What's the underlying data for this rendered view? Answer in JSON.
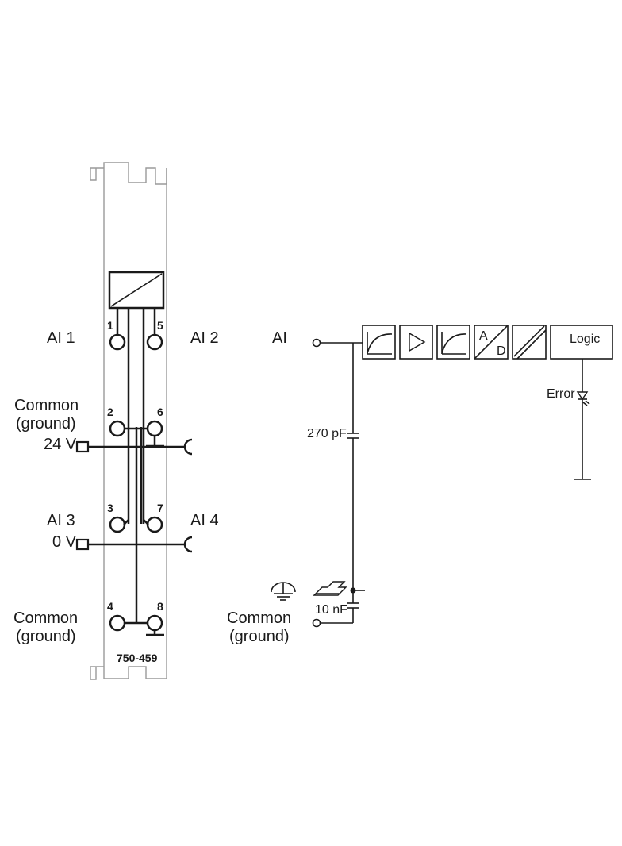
{
  "module": {
    "part_number": "750-459",
    "terminals": [
      "1",
      "2",
      "3",
      "4",
      "5",
      "6",
      "7",
      "8"
    ]
  },
  "labels": {
    "ai1": "AI 1",
    "ai2": "AI 2",
    "ai3": "AI 3",
    "ai4": "AI 4",
    "common_left_1": "Common",
    "ground_left_1": "(ground)",
    "v24": "24 V",
    "v0": "0 V",
    "common_left_2": "Common",
    "ground_left_2": "(ground)"
  },
  "schematic": {
    "input_label": "AI",
    "capacitor_1": "270 pF",
    "capacitor_2": "10 nF",
    "logic_label": "Logic",
    "error_label": "Error",
    "ad_top": "A",
    "ad_bottom": "D",
    "common_label": "Common",
    "ground_label": "(ground)"
  },
  "icons": [
    "converter-icon",
    "lowpass-filter-icon",
    "amplifier-icon",
    "ad-converter-icon",
    "isolation-icon",
    "error-led-icon",
    "earth-ground-icon",
    "din-rail-icon"
  ]
}
